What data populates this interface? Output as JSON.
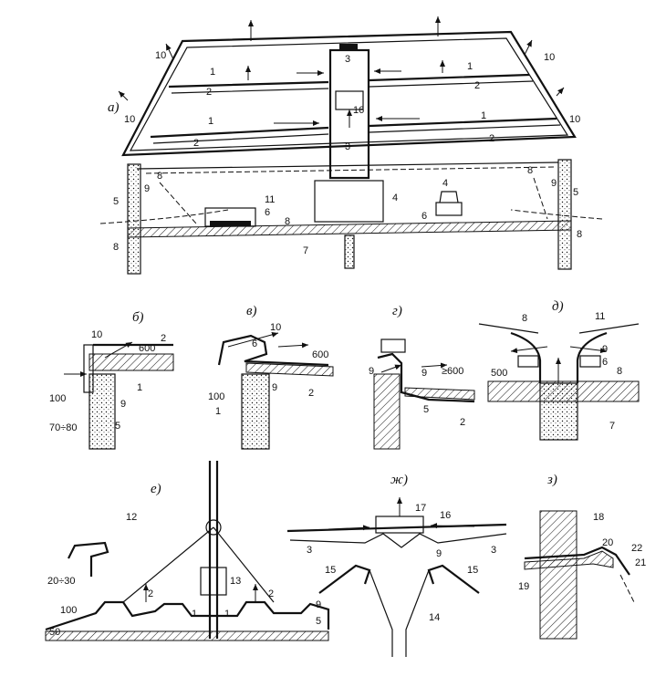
{
  "panels": {
    "a": "а)",
    "b": "б)",
    "v": "в)",
    "g": "г)",
    "d": "д)",
    "e": "е)",
    "zh": "ж)",
    "z": "з)"
  },
  "labels": {
    "n1": "1",
    "n2": "2",
    "n3": "3",
    "n4": "4",
    "n5": "5",
    "n6": "6",
    "n7": "7",
    "n8": "8",
    "n9": "9",
    "n10": "10",
    "n11": "11",
    "n12": "12",
    "n13": "13",
    "n14": "14",
    "n15": "15",
    "n16": "16",
    "n17": "17",
    "n18": "18",
    "n19": "19",
    "n20": "20",
    "n21": "21",
    "n22": "22"
  },
  "dimensions": {
    "d600": "600",
    "d100": "100",
    "d500": "500",
    "d70_80": "70÷80",
    "d20_30": "20÷30",
    "d50": "50",
    "d600b": "≥600"
  }
}
